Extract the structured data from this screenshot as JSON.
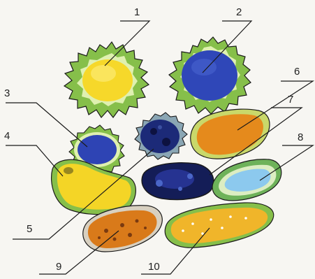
{
  "labels": {
    "l1": "1",
    "l2": "2",
    "l3": "3",
    "l4": "4",
    "l5": "5",
    "l6": "6",
    "l7": "7",
    "l8": "8",
    "l9": "9",
    "l10": "10"
  },
  "colors": {
    "yellow": "#f6d82a",
    "blue": "#2f47b8",
    "dark_blue": "#141d57",
    "orange": "#e58a1c",
    "light_blue": "#8cc9ee",
    "golden": "#f0b52a",
    "foliage_green": "#88c04c",
    "light_green": "#dff0b0",
    "outline": "#1a1a1a"
  }
}
